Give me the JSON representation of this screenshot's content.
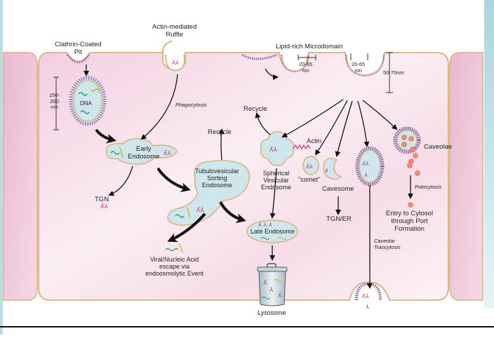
{
  "title": "Endocytic pathways diagram",
  "colors": {
    "cell_fill": "#f5dbe6",
    "cell_border": "#d9b27a",
    "vesicle_fill": "#cfe6ec",
    "coat": "#8a5aa0",
    "cargo": "#c0267a",
    "particle": "#f08a7a",
    "frame_left": "#b6dde4",
    "frame_right": "#bfe0e6"
  },
  "labels": {
    "clathrin_pit": [
      "Clathrin-Coated",
      "Pit"
    ],
    "actin_ruffle": [
      "Actin-mediated",
      "Ruffle"
    ],
    "lipid_microdomain": "Lipid-rich Microdomain",
    "size_150_200": [
      "150-",
      "200",
      "nm"
    ],
    "size_20_65_a": [
      "20-65",
      "nm"
    ],
    "size_20_65_b": [
      "20-65",
      "nm"
    ],
    "size_50_70": "50-70nm",
    "dna": "DNA",
    "phagocytosis": "Phagocytosis",
    "early_endosome": [
      "Early",
      "Endosome"
    ],
    "recycle_1": "Recycle",
    "recycle_2": "Recycle",
    "tgn": "TGN",
    "tubulovesicular": [
      "Tubulovesicular",
      "Sorting",
      "Endosome"
    ],
    "spherical_vesicular": [
      "Spherical",
      "Vesicular",
      "Endosome"
    ],
    "actin": "Actin",
    "comet": "\"comet\"",
    "cavesome": "Cavesome",
    "caveolae": "Caveolae",
    "potocytosis": "Potocytosis",
    "entry_cytosol": [
      "Entry to Cytosol",
      "through Port",
      "Formation"
    ],
    "tgn_er": "TGN/ER",
    "late_endosome": "Late Endosome",
    "viral_escape": [
      "Viral/Nucleic Acid",
      "escape via",
      "endoosmolytic Event"
    ],
    "caveolar_transcytosis": [
      "Caveolar",
      "Trancytosis"
    ],
    "lysosome": "Lysosome"
  }
}
